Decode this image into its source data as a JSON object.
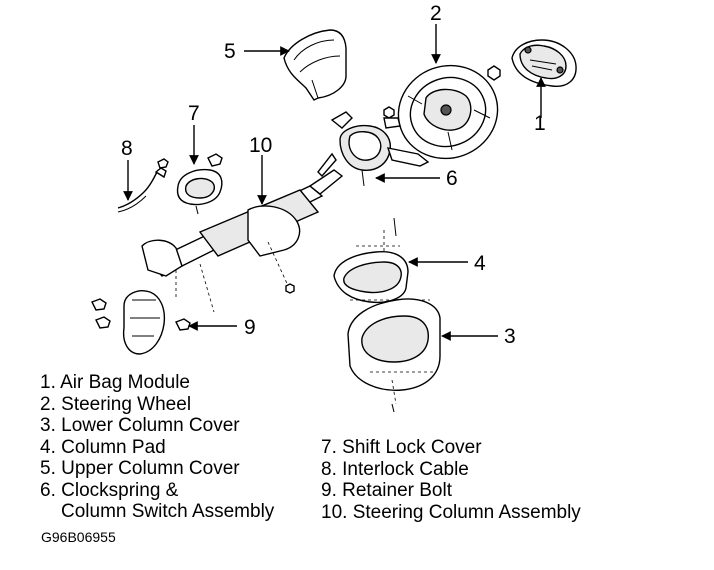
{
  "callouts": [
    {
      "id": "1",
      "label": "1"
    },
    {
      "id": "2",
      "label": "2"
    },
    {
      "id": "3",
      "label": "3"
    },
    {
      "id": "4",
      "label": "4"
    },
    {
      "id": "5",
      "label": "5"
    },
    {
      "id": "6",
      "label": "6"
    },
    {
      "id": "7",
      "label": "7"
    },
    {
      "id": "8",
      "label": "8"
    },
    {
      "id": "9",
      "label": "9"
    },
    {
      "id": "10",
      "label": "10"
    }
  ],
  "legend": {
    "left": [
      {
        "num": "1.",
        "text": "Air Bag Module"
      },
      {
        "num": "2.",
        "text": "Steering Wheel"
      },
      {
        "num": "3.",
        "text": "Lower Column Cover"
      },
      {
        "num": "4.",
        "text": "Column Pad"
      },
      {
        "num": "5.",
        "text": "Upper Column Cover"
      },
      {
        "num": "6.",
        "text": "Clockspring &",
        "cont": "Column Switch Assembly"
      }
    ],
    "right": [
      {
        "num": "7.",
        "text": "Shift Lock Cover"
      },
      {
        "num": "8.",
        "text": "Interlock Cable"
      },
      {
        "num": "9.",
        "text": "Retainer Bolt"
      },
      {
        "num": "10.",
        "text": "Steering Column Assembly"
      }
    ]
  },
  "figure_code": "G96B06955"
}
